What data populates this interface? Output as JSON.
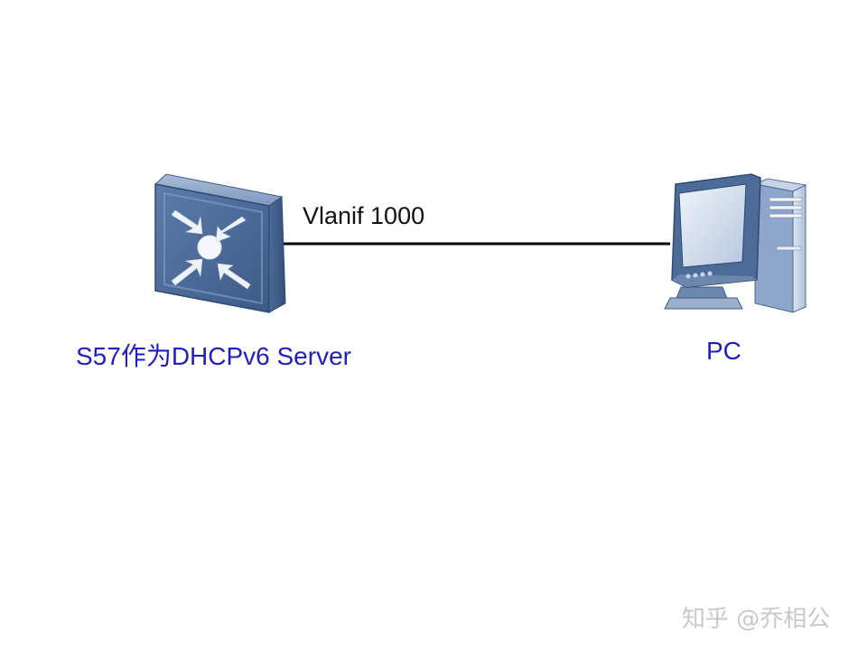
{
  "diagram": {
    "link": {
      "label": "Vlanif 1000"
    },
    "nodes": [
      {
        "id": "switch",
        "icon": "l3-switch-icon",
        "label": "S57作为DHCPv6 Server"
      },
      {
        "id": "pc",
        "icon": "desktop-pc-icon",
        "label": "PC"
      }
    ]
  },
  "watermark": "知乎 @乔相公",
  "colors": {
    "label_blue": "#1f1fbf",
    "device_blue": "#4a6a9a",
    "device_light": "#8fa8cc",
    "link_line": "#000000"
  }
}
